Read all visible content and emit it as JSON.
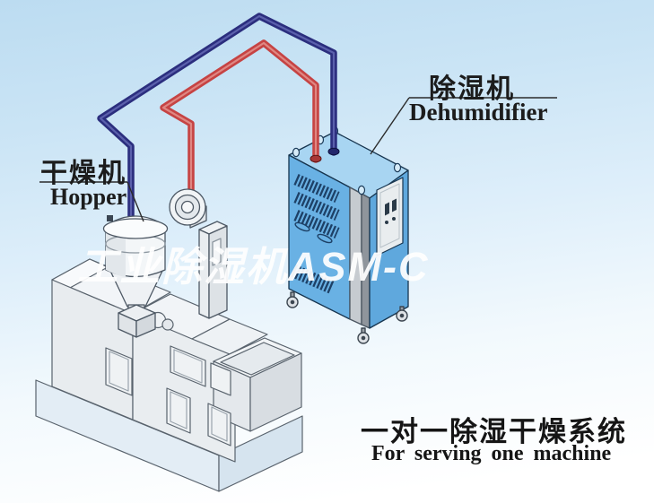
{
  "diagram": {
    "watermark": "工业除湿机ASM-C",
    "labels": {
      "hopper_zh": "干燥机",
      "hopper_en": "Hopper",
      "dehumidifier_zh": "除湿机",
      "dehumidifier_en": "Dehumidifier"
    },
    "caption": {
      "zh": "一对一除湿干燥系统",
      "en": "For serving one machine"
    },
    "colors": {
      "pipe_return_blue": "#2b2e7e",
      "pipe_supply_red": "#c64343",
      "cabinet_front_blue": "#69b1e4",
      "cabinet_side_blue": "#5fa8dd",
      "cabinet_top_blue": "#a8d5f2",
      "machine_gray": "#e9edf0",
      "background_top": "#bcdcf1",
      "background_bottom": "#ffffff",
      "label_text": "#1c1c1c",
      "watermark_white": "#ffffff"
    }
  }
}
